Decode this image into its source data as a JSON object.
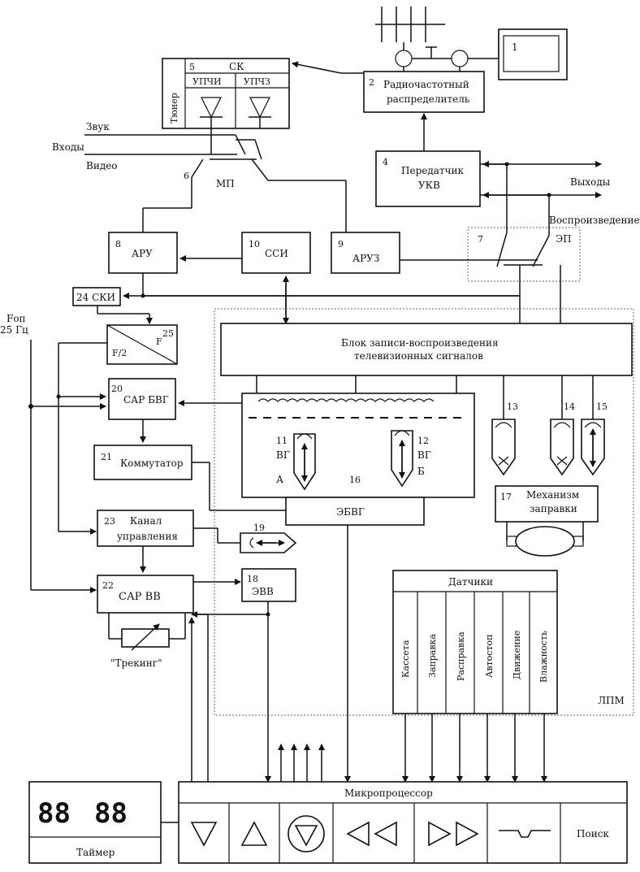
{
  "blocks": {
    "b1": {
      "num": "1"
    },
    "b2": {
      "num": "2",
      "line1": "Радиочастотный",
      "line2": "распределитель"
    },
    "b4": {
      "num": "4",
      "line1": "Передатчик",
      "line2": "УКВ"
    },
    "b5": {
      "num": "5",
      "title": "СК",
      "left": "УПЧИ",
      "right": "УПЧЗ"
    },
    "tuner": "Тюнер",
    "b6": {
      "num": "6",
      "label": "МП"
    },
    "b7": {
      "num": "7",
      "label": "ЭП"
    },
    "b8": {
      "num": "8",
      "label": "АРУ"
    },
    "b9": {
      "num": "9",
      "label": "АРУЗ"
    },
    "b10": {
      "num": "10",
      "label": "ССИ"
    },
    "b24": {
      "label": "24 СКИ"
    },
    "b25": {
      "num": "25",
      "f": "F",
      "f2": "F/2"
    },
    "b20": {
      "num": "20",
      "label": "САР БВГ"
    },
    "b21": {
      "num": "21",
      "label": "Коммутатор"
    },
    "b23": {
      "num": "23",
      "line1": "Канал",
      "line2": "управления"
    },
    "b22": {
      "num": "22",
      "label": "САР  ВВ"
    },
    "b18": {
      "num": "18",
      "label": "ЭВВ"
    },
    "b19": {
      "num": "19"
    },
    "rec": {
      "line1": "Блок записи-воспроизведения",
      "line2": "телевизионных сигналов"
    },
    "head11": {
      "num": "11",
      "label": "ВГ",
      "sub": "А"
    },
    "head12": {
      "num": "12",
      "label": "ВГ",
      "sub": "Б"
    },
    "drum": {
      "num": "16"
    },
    "ebvg": {
      "label": "ЭБВГ"
    },
    "h13": {
      "num": "13"
    },
    "h14": {
      "num": "14"
    },
    "h15": {
      "num": "15"
    },
    "b17": {
      "num": "17",
      "line1": "Механизм",
      "line2": "заправки"
    },
    "sensors": {
      "title": "Датчики",
      "items": [
        "Кассета",
        "Заправка",
        "Расправка",
        "Автостоп",
        "Движение",
        "Влажность"
      ]
    },
    "lpm": "ЛПМ",
    "mpu": "Микропроцессор",
    "timer": {
      "digits_left": "88",
      "digits_right": "88",
      "label": "Таймер"
    },
    "keys": {
      "search": "Поиск"
    }
  },
  "labels": {
    "zvuk": "Звук",
    "vhody": "Входы",
    "video": "Видео",
    "vyhody": "Выходы",
    "vospr": "Воспроизведение",
    "fop1": "Fоп",
    "fop2": "25 Гц",
    "trek": "\"Трекинг\""
  }
}
